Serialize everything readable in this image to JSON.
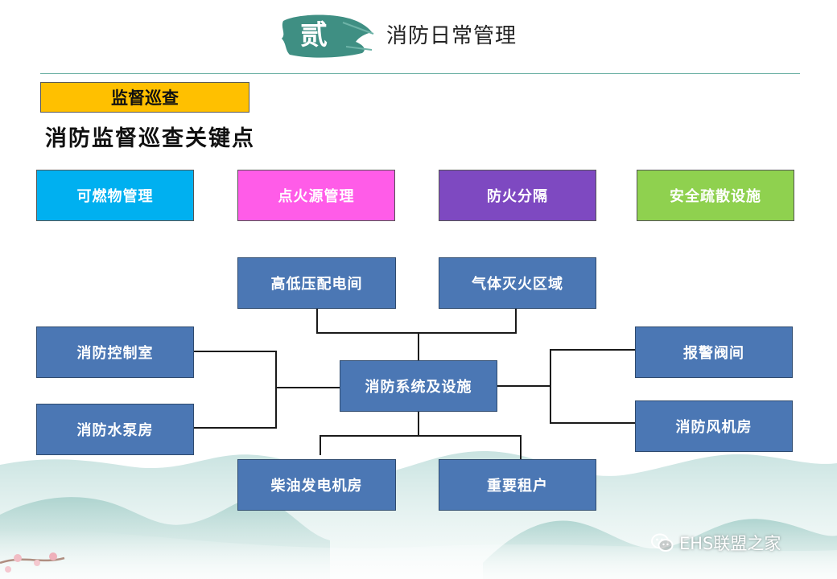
{
  "header": {
    "section_number": "贰",
    "title": "消防日常管理"
  },
  "section_label": "监督巡查",
  "heading": "消防监督巡查关键点",
  "categories": [
    {
      "label": "可燃物管理",
      "color": "#00b0f0"
    },
    {
      "label": "点火源管理",
      "color": "#ff5ce8"
    },
    {
      "label": "防火分隔",
      "color": "#7e49c1"
    },
    {
      "label": "安全疏散设施",
      "color": "#8fd14f"
    }
  ],
  "diagram": {
    "center": "消防系统及设施",
    "top": [
      "高低压配电间",
      "气体灭火区域"
    ],
    "left": [
      "消防控制室",
      "消防水泵房"
    ],
    "right": [
      "报警阀间",
      "消防风机房"
    ],
    "bottom": [
      "柴油发电机房",
      "重要租户"
    ],
    "box_color": "#4b77b4"
  },
  "watermark": {
    "text": "EHS联盟之家",
    "icon": "wechat-icon"
  },
  "colors": {
    "label_bg": "#ffc000",
    "accent_brush": "#3f8f83",
    "divider": "#6fb2a6"
  }
}
